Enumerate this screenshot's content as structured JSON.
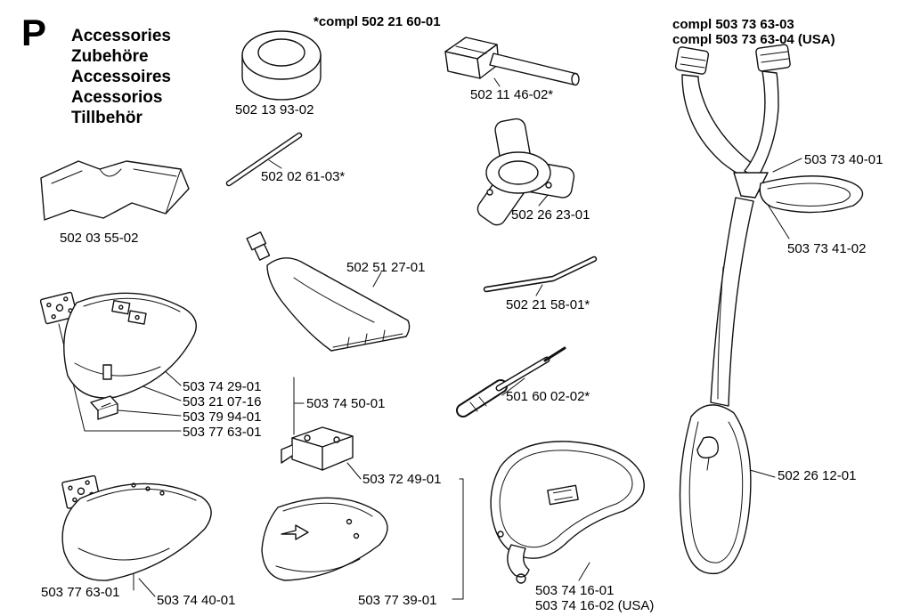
{
  "header": {
    "section_letter": "P",
    "titles": [
      "Accessories",
      "Zubehöre",
      "Accessoires",
      "Acessorios",
      "Tillbehör"
    ]
  },
  "notes": {
    "compl_center": "*compl 502 21 60-01",
    "compl_right_line1": "compl 503 73 63-03",
    "compl_right_line2": "compl 503 73 63-04 (USA)"
  },
  "part_labels": {
    "collar": "502 13 93-02",
    "socket_wrench": "502 11 46-02*",
    "rod": "502 02 61-03*",
    "grass_blade": "502 26 23-01",
    "guard_extension": "502 03 55-02",
    "grease_tube": "502 51 27-01",
    "hex_key": "502 21 58-01*",
    "screwdriver": "501 60 02-02*",
    "harness_strap": "503 73 40-01",
    "harness_buckle": "503 73 41-02",
    "stack_1": "503 74 29-01",
    "stack_2": "503 21 07-16",
    "stack_3": "503 79 94-01",
    "stack_4": "503 77 63-01",
    "guard_assembly": "503 74 50-01",
    "support_bracket": "503 72 49-01",
    "harness_pad": "502 26 12-01",
    "plate_bottom": "503 77 63-01",
    "guard_bottom_left": "503 74 40-01",
    "guard_bottom_center": "503 77 39-01",
    "hip_pad_line1": "503 74 16-01",
    "hip_pad_line2": "503 74 16-02 (USA)"
  }
}
